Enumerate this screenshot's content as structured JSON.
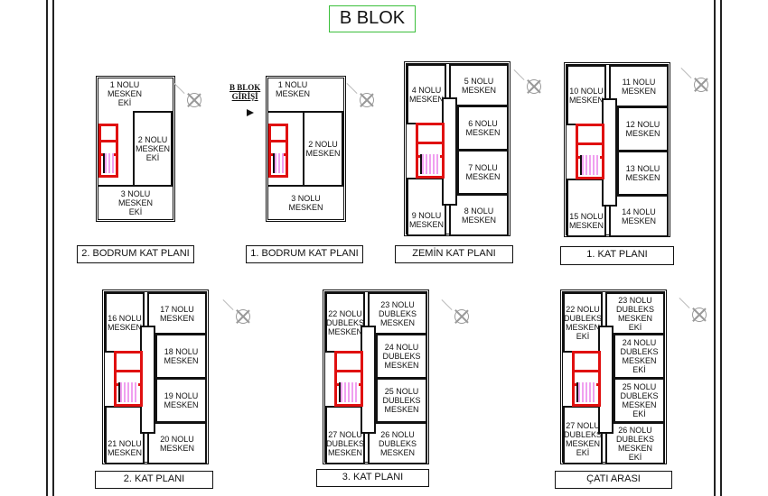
{
  "title": "B BLOK",
  "entry_label": "B BLOK\nGİRİŞİ",
  "plans": [
    {
      "name": "2. BODRUM  KAT PLANI",
      "rooms": [
        "1 NOLU\nMESKEN\nEKİ",
        "2 NOLU\nMESKEN\nEKİ",
        "3 NOLU\nMESKEN\nEKİ"
      ]
    },
    {
      "name": "1. BODRUM  KAT PLANI",
      "rooms": [
        "1 NOLU\nMESKEN",
        "2 NOLU\nMESKEN",
        "3 NOLU\nMESKEN"
      ]
    },
    {
      "name": "ZEMİN  KAT PLANI",
      "rooms": [
        "4 NOLU\nMESKEN",
        "5 NOLU\nMESKEN",
        "6 NOLU\nMESKEN",
        "7 NOLU\nMESKEN",
        "8 NOLU\nMESKEN",
        "9 NOLU\nMESKEN"
      ]
    },
    {
      "name": "1. KAT PLANI",
      "rooms": [
        "10 NOLU\nMESKEN",
        "11 NOLU\nMESKEN",
        "12 NOLU\nMESKEN",
        "13 NOLU\nMESKEN",
        "14 NOLU\nMESKEN",
        "15 NOLU\nMESKEN"
      ]
    },
    {
      "name": "2. KAT PLANI",
      "rooms": [
        "16 NOLU\nMESKEN",
        "17 NOLU\nMESKEN",
        "18 NOLU\nMESKEN",
        "19 NOLU\nMESKEN",
        "20 NOLU\nMESKEN",
        "21 NOLU\nMESKEN"
      ]
    },
    {
      "name": "3. KAT PLANI",
      "rooms": [
        "22 NOLU\nDUBLEKS\nMESKEN",
        "23 NOLU\nDUBLEKS\nMESKEN",
        "24 NOLU\nDUBLEKS\nMESKEN",
        "25 NOLU\nDUBLEKS\nMESKEN",
        "26 NOLU\nDUBLEKS\nMESKEN",
        "27 NOLU\nDUBLEKS\nMESKEN"
      ]
    },
    {
      "name": "ÇATI ARASI",
      "rooms": [
        "22 NOLU\nDUBLEKS\nMESKEN\nEKİ",
        "23 NOLU\nDUBLEKS\nMESKEN\nEKİ",
        "24 NOLU\nDUBLEKS\nMESKEN\nEKİ",
        "25 NOLU\nDUBLEKS\nMESKEN\nEKİ",
        "26 NOLU\nDUBLEKS\nMESKEN\nEKİ",
        "27 NOLU\nDUBLEKS\nMESKEN\nEKİ"
      ]
    }
  ]
}
